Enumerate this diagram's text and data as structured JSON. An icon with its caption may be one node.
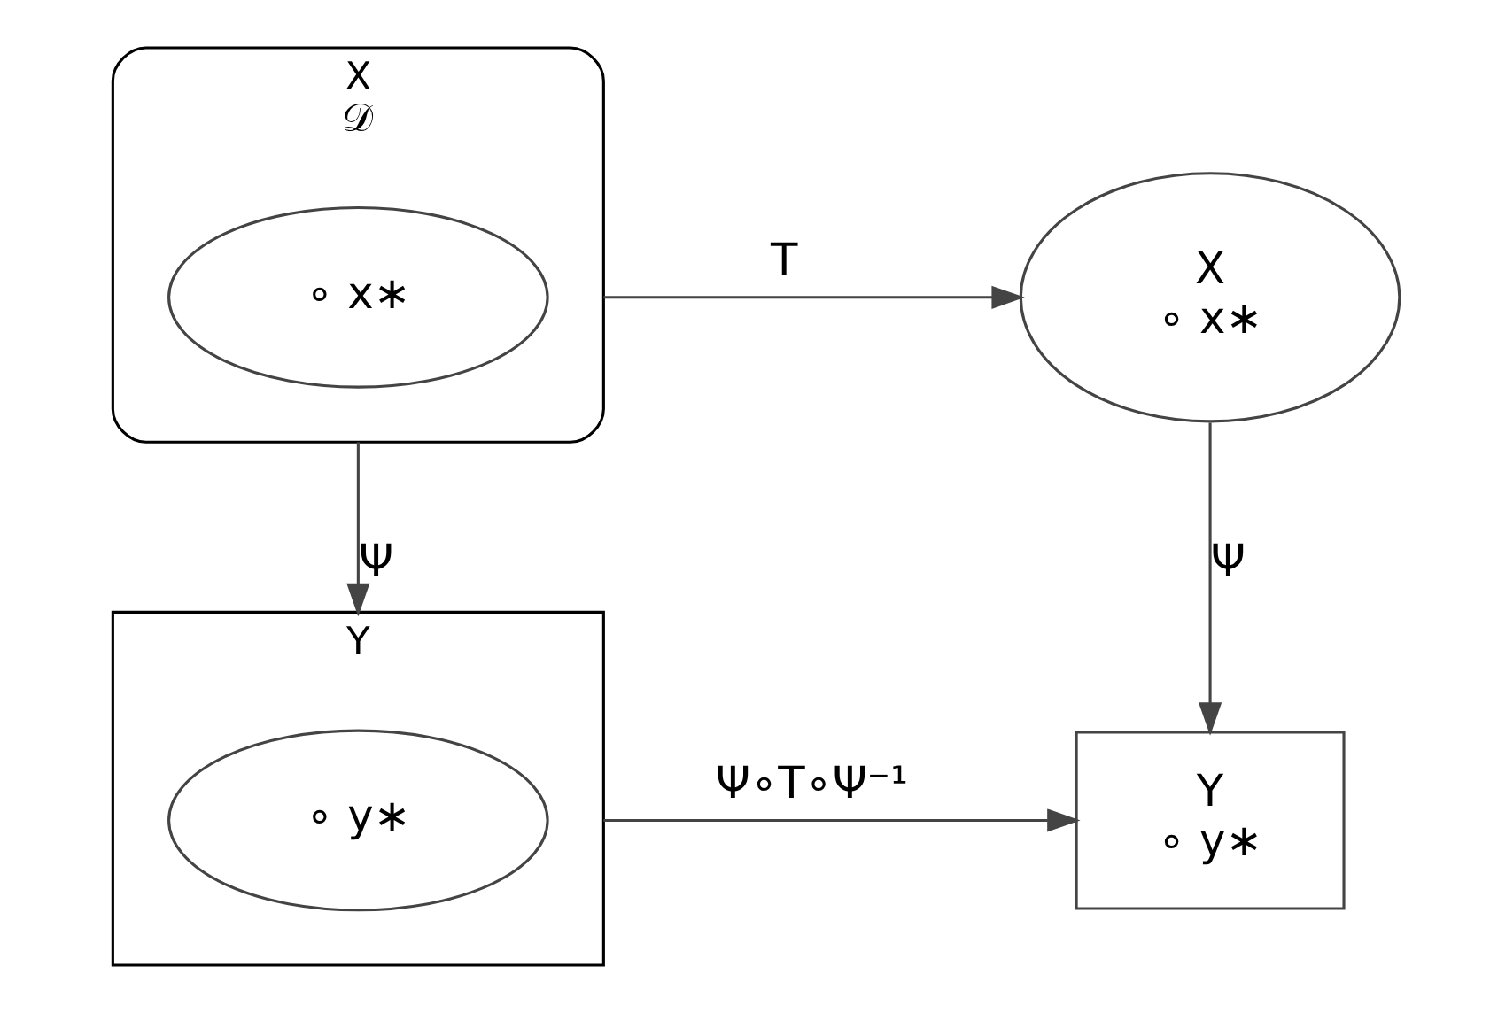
{
  "diagram": {
    "nodes": [
      {
        "text": [
          "X",
          "𝒟"
        ]
      },
      {
        "text": [
          "∘ x∗"
        ],
        "in": 0
      },
      {
        "text": [
          "X",
          "∘ x∗"
        ]
      },
      {
        "text": [
          "Y"
        ]
      },
      {
        "text": [
          "∘ y∗"
        ],
        "in": 3
      },
      {
        "text": [
          "Y",
          "∘ y∗"
        ]
      }
    ],
    "edges": [
      {
        "from": 0,
        "to": 2,
        "arrow": "to",
        "label": "T"
      },
      {
        "from": 0,
        "to": 3,
        "arrow": "to",
        "label": "Ψ"
      },
      {
        "from": 2,
        "to": 5,
        "arrow": "to",
        "label": "Ψ"
      },
      {
        "from": 3,
        "to": 5,
        "arrow": "to",
        "label": "Ψ∘T∘Ψ⁻¹"
      }
    ]
  }
}
